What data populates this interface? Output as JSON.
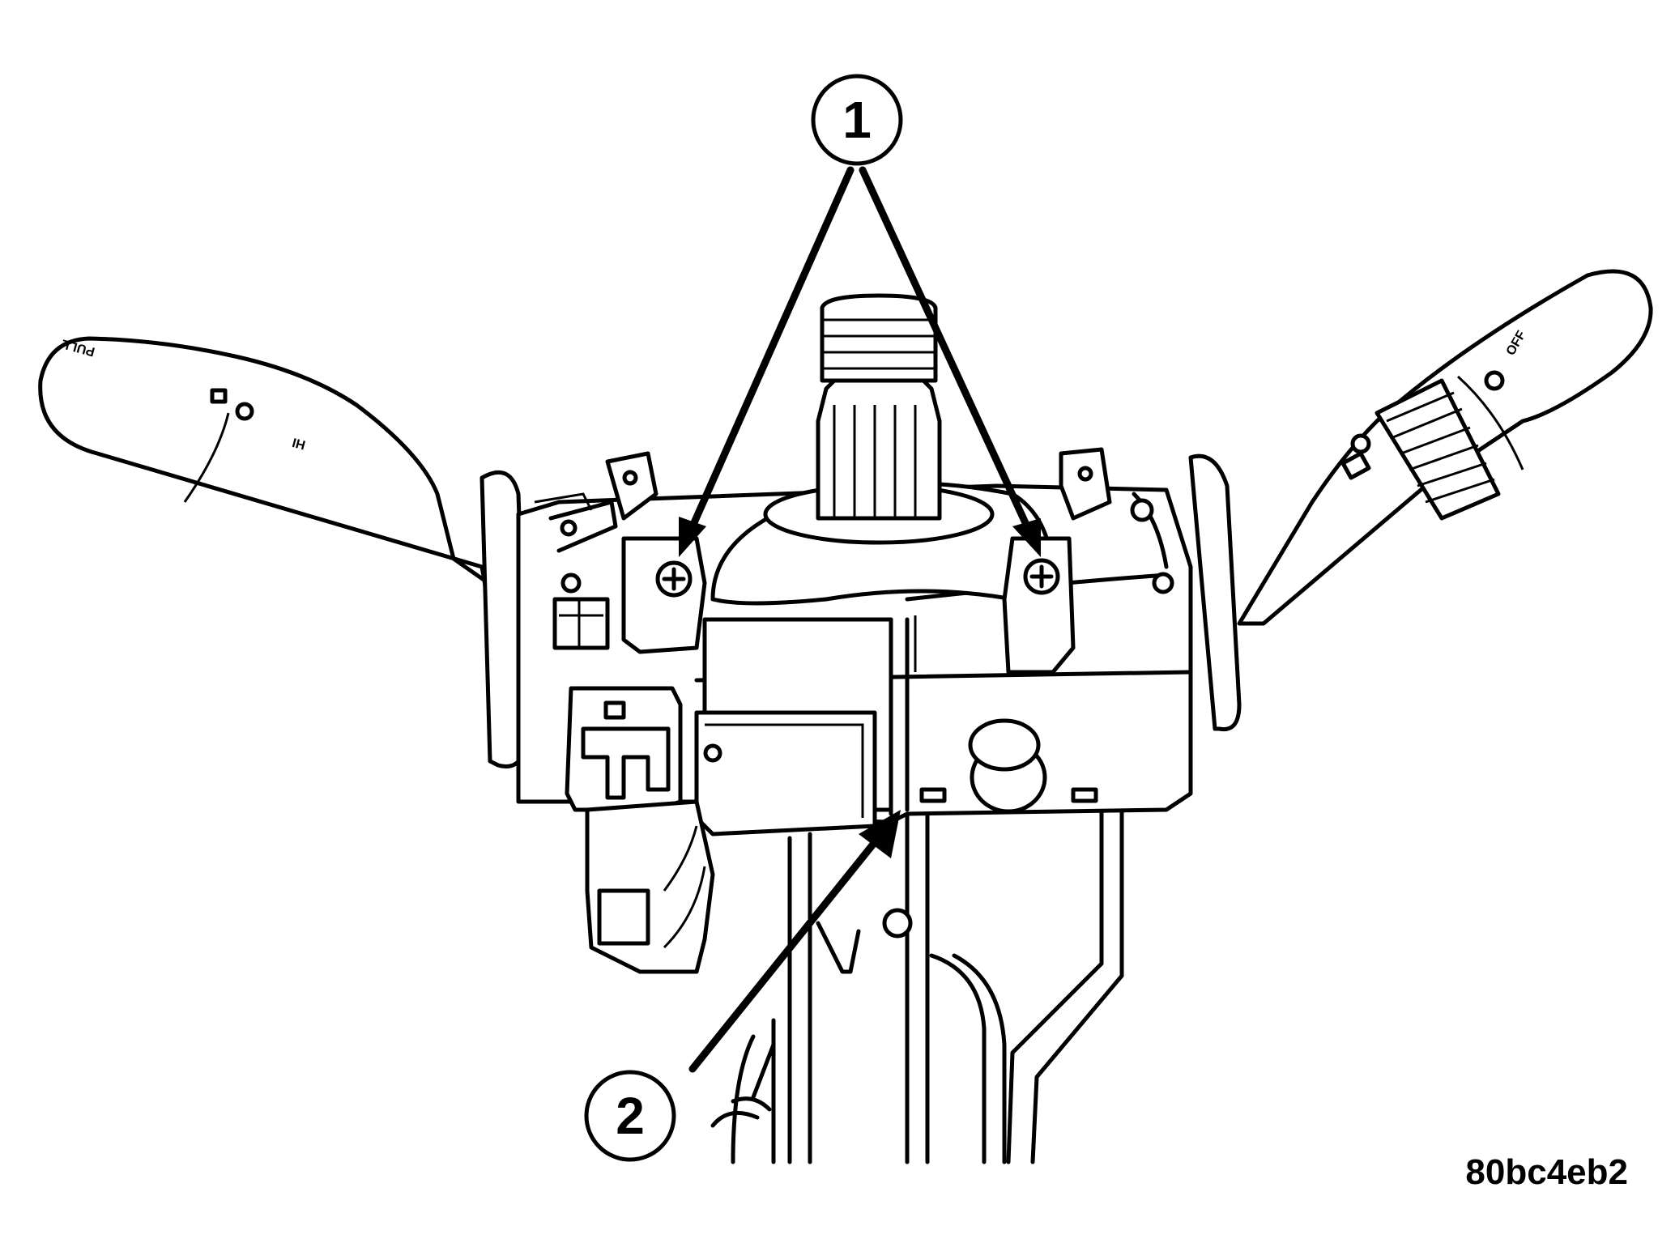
{
  "callouts": [
    {
      "label": "1"
    },
    {
      "label": "2"
    }
  ],
  "figure_id": "80bc4eb2",
  "left_stalk_marks": [
    "PULL",
    "HI"
  ],
  "right_stalk_marks": [
    "OFF"
  ],
  "colors": {
    "ink": "#000000",
    "paper": "#ffffff"
  }
}
